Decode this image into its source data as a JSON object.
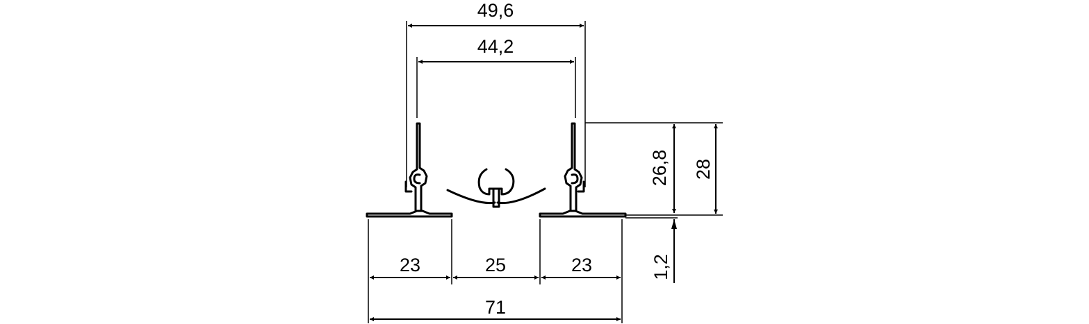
{
  "dimensions": {
    "top_overall": "49,6",
    "top_inner": "44,2",
    "height_inner": "26,8",
    "height_overall": "28",
    "flange_thickness": "1,2",
    "left_flange": "23",
    "center_gap": "25",
    "right_flange": "23",
    "total_width": "71"
  }
}
